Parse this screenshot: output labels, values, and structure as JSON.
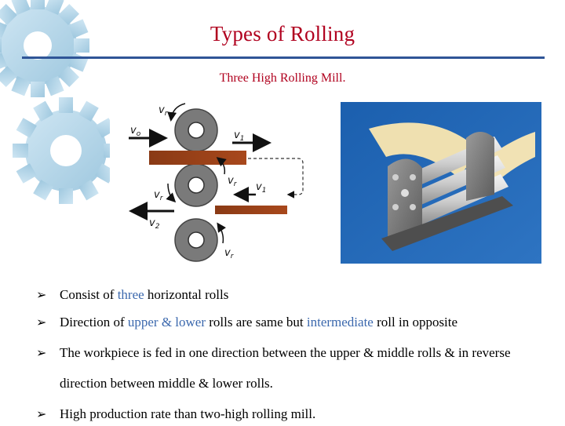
{
  "slide": {
    "title": "Types of Rolling",
    "subtitle": "Three High Rolling Mill.",
    "accent_color": "#b0001e",
    "rule_color": "#2f5597",
    "highlight_color": "#3b68ad",
    "bullet_icon": "arrowhead-bullet-icon"
  },
  "diagram": {
    "labels": {
      "vr_top": "v",
      "vr_sub": "r",
      "v0": "v",
      "v0_sub": "o",
      "v1": "v",
      "v1_sub": "1",
      "v2": "v",
      "v2_sub": "2"
    }
  },
  "bullets": [
    {
      "parts": [
        {
          "t": "Consist of ",
          "hl": false
        },
        {
          "t": "three",
          "hl": true
        },
        {
          "t": " horizontal rolls",
          "hl": false
        }
      ]
    },
    {
      "parts": [
        {
          "t": "Direction of ",
          "hl": false
        },
        {
          "t": "upper & lower",
          "hl": true
        },
        {
          "t": " rolls are same but ",
          "hl": false
        },
        {
          "t": "intermediate",
          "hl": true
        },
        {
          "t": " roll in opposite",
          "hl": false
        }
      ]
    },
    {
      "parts": [
        {
          "t": "The workpiece is fed in one direction between the upper & middle rolls & in reverse direction between middle & lower rolls.",
          "hl": false
        }
      ]
    },
    {
      "parts": [
        {
          "t": "High production rate than two-high rolling mill.",
          "hl": false
        }
      ]
    }
  ]
}
